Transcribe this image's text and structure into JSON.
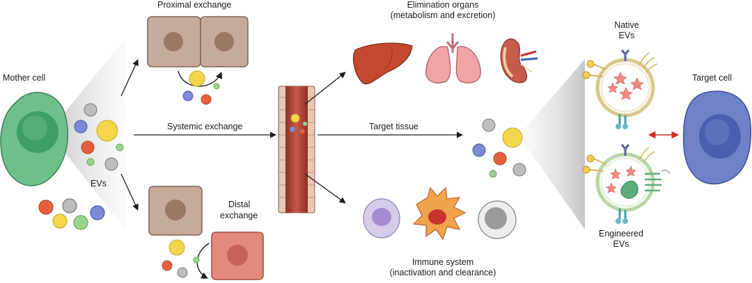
{
  "labels": {
    "mother_cell": "Mother cell",
    "evs": "EVs",
    "proximal_exchange": "Proximal exchange",
    "systemic_exchange": "Systemic exchange",
    "distal_exchange": [
      "Distal",
      "exchange"
    ],
    "elimination_organs": [
      "Elimination organs",
      "(metabolism and excretion)"
    ],
    "target_tissue": "Target tissue",
    "immune_system": [
      "Immune system",
      "(inactivation and clearance)"
    ],
    "native_evs": [
      "Native",
      "EVs"
    ],
    "engineered_evs": [
      "Engineered",
      "EVs"
    ],
    "target_cell": "Target cell"
  },
  "colors": {
    "mother_cell": "#6fbf8c",
    "mother_nucleus": "#3f9e67",
    "target_cell": "#6f82c9",
    "target_nucleus": "#4a5fae",
    "epithelial_cell": "#c7ab9a",
    "epithelial_nucleus": "#9c7764",
    "distal_target_cell": "#e28a7e",
    "distal_target_nucleus": "#c5625a",
    "blood_vessel": "#b5463a",
    "ev_yellow": "#f3d64b",
    "ev_blue": "#7b8ad6",
    "ev_red": "#e5603f",
    "ev_green": "#9bd38d",
    "ev_gray": "#9a9a9a",
    "liver": "#c4492f",
    "lung": "#f1a3a5",
    "kidney": "#c85c4c",
    "interaction_arrow": "#d62828"
  }
}
